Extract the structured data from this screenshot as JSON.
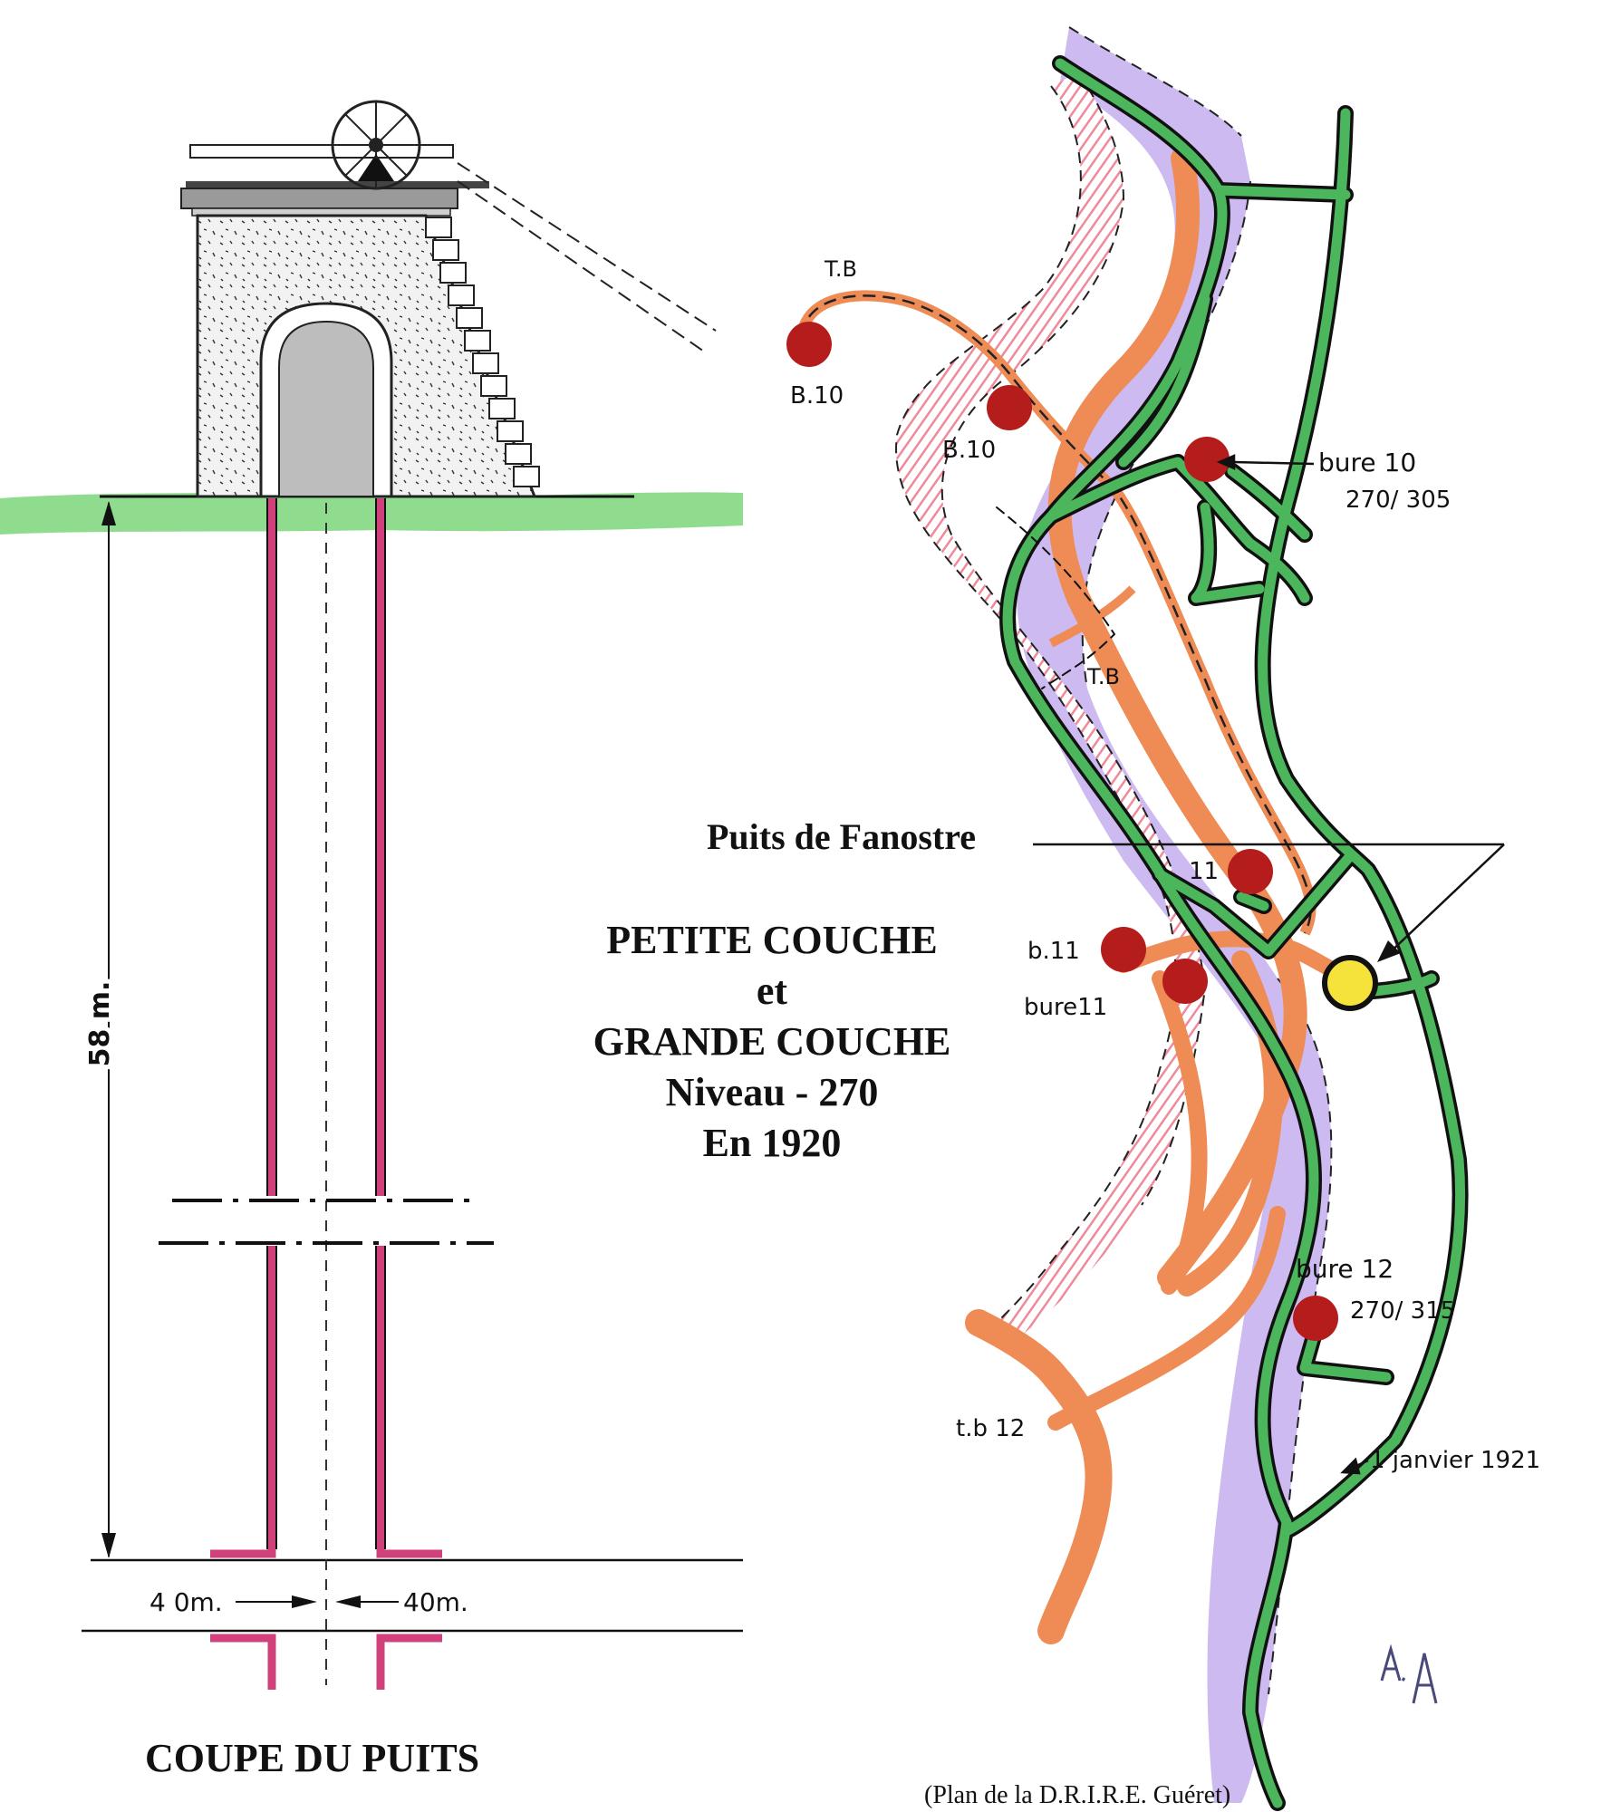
{
  "left_figure": {
    "caption": "COUPE DU PUITS",
    "depth_label": "58 m.",
    "width_left_label": "4 0m.",
    "width_right_label": "40m."
  },
  "center_title": {
    "line1": "PETITE COUCHE",
    "line2": "et",
    "line3": "GRANDE COUCHE",
    "line4": "Niveau - 270",
    "line5": "En 1920"
  },
  "map": {
    "shaft_label": "Puits de Fanostre",
    "labels": {
      "tb_top": "T.B",
      "b10_left": "B.10",
      "b10_mid": "B.10",
      "bure10_name": "bure 10",
      "bure10_level": "270/ 305",
      "tb_mid": "T.B",
      "eleven": "11",
      "b11": "b.11",
      "bure11": "bure11",
      "bure12_name": "bure 12",
      "bure12_level": "270/  315",
      "tb12": "t.b 12",
      "date": "1 janvier 1921"
    },
    "signature": "A.A",
    "source": "(Plan de la D.R.I.R.E. Guéret)"
  },
  "colors": {
    "green_gallery": "#3a9a4a",
    "orange_vein": "#e8804a",
    "violet_vein": "#b79be0",
    "pink_hatch": "#f08a9a",
    "shaft_wall": "#d0407a",
    "ground": "#7fd67f",
    "borehole": "#b01818",
    "shaft_marker": "#f5e23a"
  }
}
